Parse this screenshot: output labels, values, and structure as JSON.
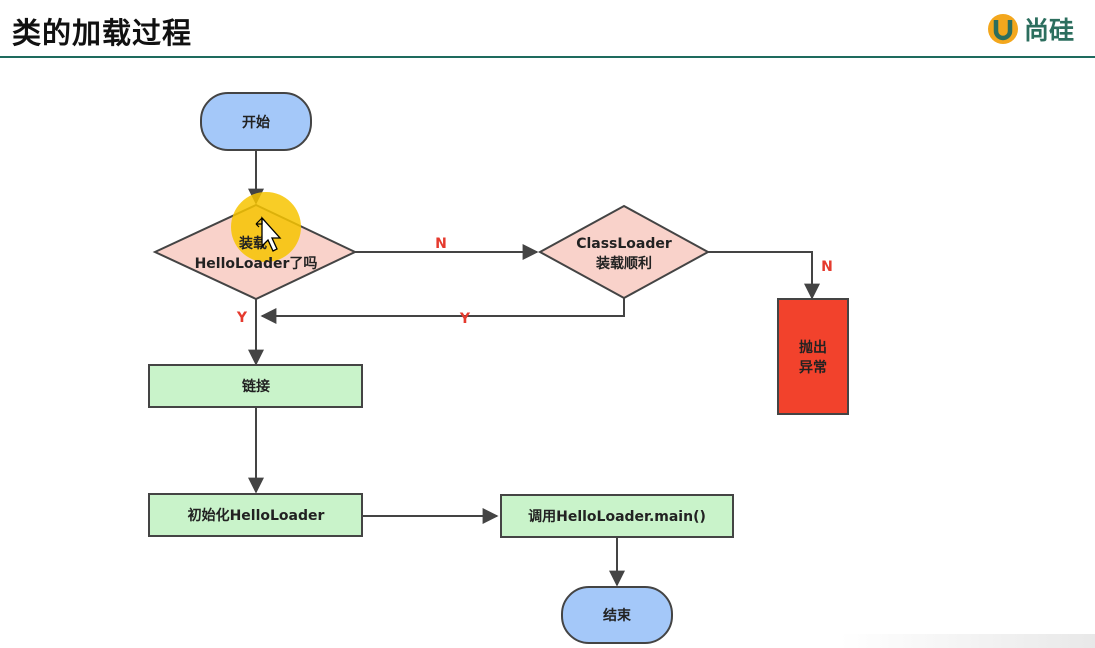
{
  "header": {
    "title": "类的加载过程",
    "brand_text": "尚硅",
    "brand_icon": "u-logo-icon",
    "rule_color": "#1e6b5e"
  },
  "diagram": {
    "nodes": {
      "start": "开始",
      "check_loaded_line1": "装载",
      "check_loaded_line2": "HelloLoader了吗",
      "classloader_line1": "ClassLoader",
      "classloader_line2": "装载顺利",
      "exception_line1": "抛出",
      "exception_line2": "异常",
      "link": "链接",
      "init": "初始化HelloLoader",
      "call_main": "调用HelloLoader.main()",
      "end": "结束"
    },
    "edges": {
      "no_to_classloader": "N",
      "classloader_no": "N",
      "classloader_yes": "Y",
      "check_yes": "Y"
    },
    "colors": {
      "terminal": "#a4c8f9",
      "decision": "#f9d2ca",
      "process": "#c9f3ca",
      "error": "#f2422c",
      "label": "#e53a2e",
      "highlight": "#f7c400"
    }
  }
}
